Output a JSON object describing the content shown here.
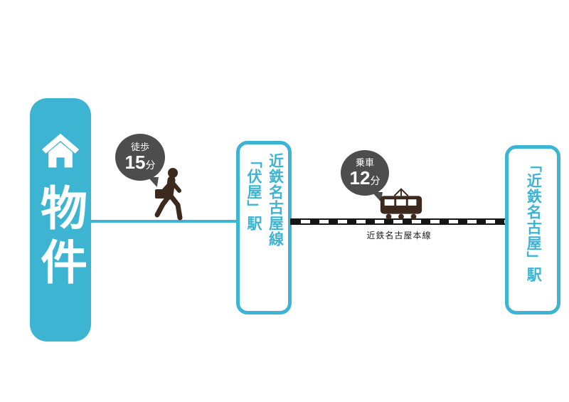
{
  "colors": {
    "accent_teal": "#3CB4D2",
    "bubble_gray": "#4D4D4D",
    "figure_brown": "#3B2A1D",
    "track_black": "#161616"
  },
  "property": {
    "label": "物件"
  },
  "walk_bubble": {
    "mode": "徒歩",
    "minutes": "15",
    "unit": "分"
  },
  "station_fushiya": {
    "line": "近鉄名古屋線",
    "name": "「伏屋」駅"
  },
  "ride_bubble": {
    "mode": "乗車",
    "minutes": "12",
    "unit": "分"
  },
  "railway": {
    "label": "近鉄名古屋本線"
  },
  "station_kintetsu_nagoya": {
    "name": "「近鉄名古屋」駅"
  }
}
